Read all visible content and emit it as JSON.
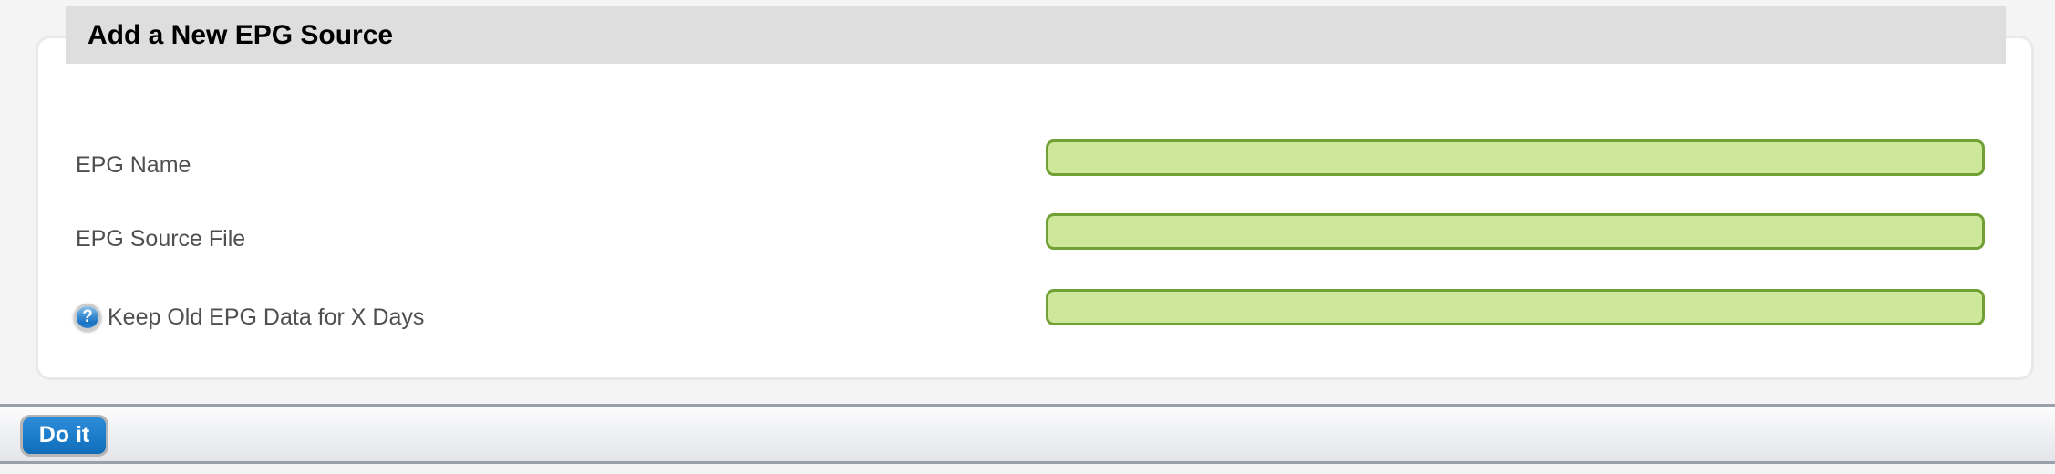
{
  "header": {
    "title": "Add a New EPG Source"
  },
  "form": {
    "rows": [
      {
        "label": "EPG Name",
        "value": ""
      },
      {
        "label": "EPG Source File",
        "value": ""
      },
      {
        "label": "Keep Old EPG Data for X Days",
        "value": "",
        "help_icon": "question-mark-icon"
      }
    ]
  },
  "icons": {
    "help_glyph": "?"
  },
  "footer": {
    "submit_label": "Do it"
  },
  "colors": {
    "page_bg": "#f4f4f5",
    "header_bg": "#dedede",
    "panel_bg": "#ffffff",
    "panel_border": "#e9e9e9",
    "label_text": "#4f4f4f",
    "field_bg": "#cde79b",
    "field_border": "#71a135",
    "divider": "#9aa0ab",
    "button_blue_light": "#2e8cd8",
    "button_text": "#ffffff"
  }
}
